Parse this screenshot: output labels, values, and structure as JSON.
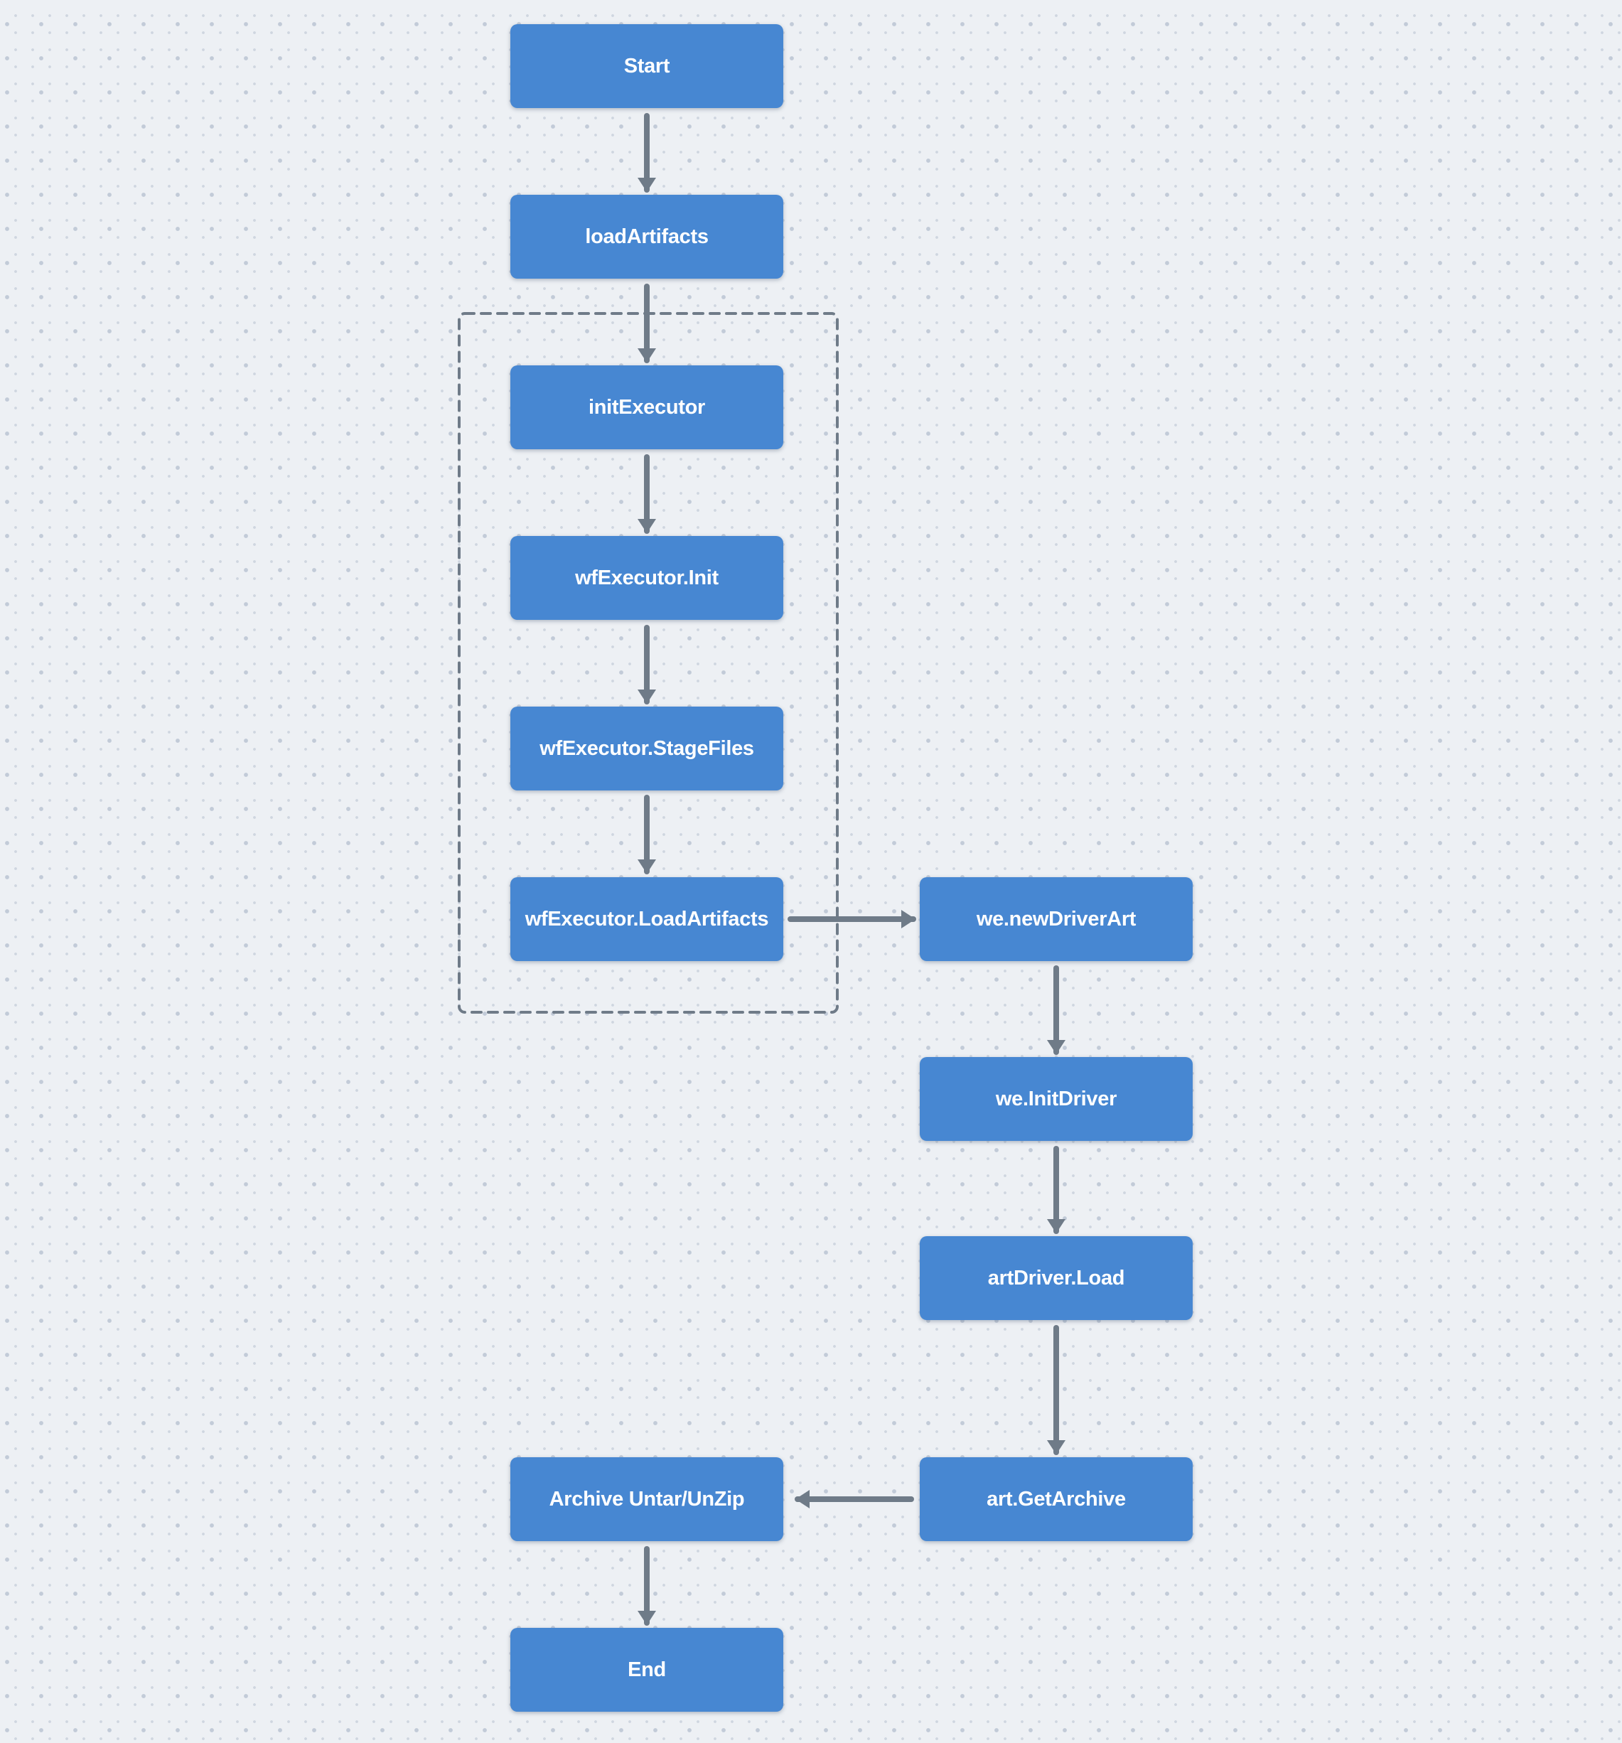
{
  "diagram": {
    "type": "flowchart",
    "colors": {
      "background": "#edf0f4",
      "node_fill": "#4787d2",
      "node_text": "#ffffff",
      "connector": "#6f7b88",
      "group_border": "#6f7b88",
      "grid_dot_small": "#cfd6e0",
      "grid_dot_large": "#c2cbd8"
    },
    "nodes": [
      {
        "id": "start",
        "label": "Start"
      },
      {
        "id": "load-artifacts",
        "label": "loadArtifacts"
      },
      {
        "id": "init-executor",
        "label": "initExecutor"
      },
      {
        "id": "wf-executor-init",
        "label": "wfExecutor.Init"
      },
      {
        "id": "wf-executor-stage-files",
        "label": "wfExecutor.StageFiles"
      },
      {
        "id": "wf-executor-load-artifacts",
        "label": "wfExecutor.LoadArtifacts"
      },
      {
        "id": "we-new-driver-art",
        "label": "we.newDriverArt"
      },
      {
        "id": "we-init-driver",
        "label": "we.InitDriver"
      },
      {
        "id": "art-driver-load",
        "label": "artDriver.Load"
      },
      {
        "id": "art-get-archive",
        "label": "art.GetArchive"
      },
      {
        "id": "archive-untar-unzip",
        "label": "Archive Untar/UnZip"
      },
      {
        "id": "end",
        "label": "End"
      }
    ],
    "edges": [
      {
        "from": "start",
        "to": "load-artifacts"
      },
      {
        "from": "load-artifacts",
        "to": "init-executor"
      },
      {
        "from": "init-executor",
        "to": "wf-executor-init"
      },
      {
        "from": "wf-executor-init",
        "to": "wf-executor-stage-files"
      },
      {
        "from": "wf-executor-stage-files",
        "to": "wf-executor-load-artifacts"
      },
      {
        "from": "wf-executor-load-artifacts",
        "to": "we-new-driver-art"
      },
      {
        "from": "we-new-driver-art",
        "to": "we-init-driver"
      },
      {
        "from": "we-init-driver",
        "to": "art-driver-load"
      },
      {
        "from": "art-driver-load",
        "to": "art-get-archive"
      },
      {
        "from": "art-get-archive",
        "to": "archive-untar-unzip"
      },
      {
        "from": "archive-untar-unzip",
        "to": "end"
      }
    ],
    "group": {
      "members": [
        "init-executor",
        "wf-executor-init",
        "wf-executor-stage-files",
        "wf-executor-load-artifacts"
      ],
      "style": "dashed"
    }
  }
}
